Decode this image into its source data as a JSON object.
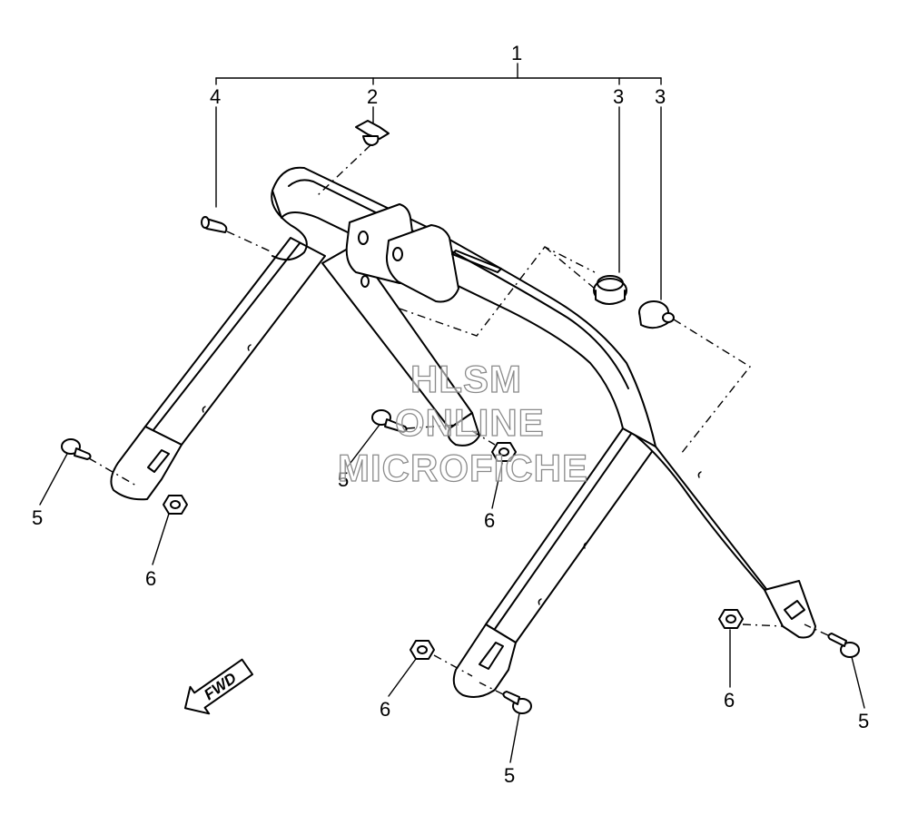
{
  "callouts": {
    "c1": "1",
    "c2": "2",
    "c3a": "3",
    "c3b": "3",
    "c4": "4",
    "c5a": "5",
    "c5b": "5",
    "c5c": "5",
    "c5d": "5",
    "c6a": "6",
    "c6b": "6",
    "c6c": "6",
    "c6d": "6"
  },
  "fwd_label": "FWD",
  "watermark": {
    "line1": "HLSM",
    "line2": "ONLINE",
    "line3": "MICROFICHE"
  }
}
